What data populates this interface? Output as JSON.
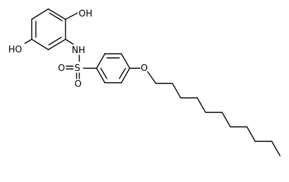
{
  "atom_labels": {
    "oh_top": "OH",
    "ho_left": "HO",
    "nh": "NH",
    "s": "S",
    "o_sulfonyl_top": "O",
    "o_sulfonyl_bottom": "O",
    "o_ether": "O"
  },
  "colors": {
    "line": "#000000",
    "text": "#000000",
    "background": "#ffffff"
  }
}
